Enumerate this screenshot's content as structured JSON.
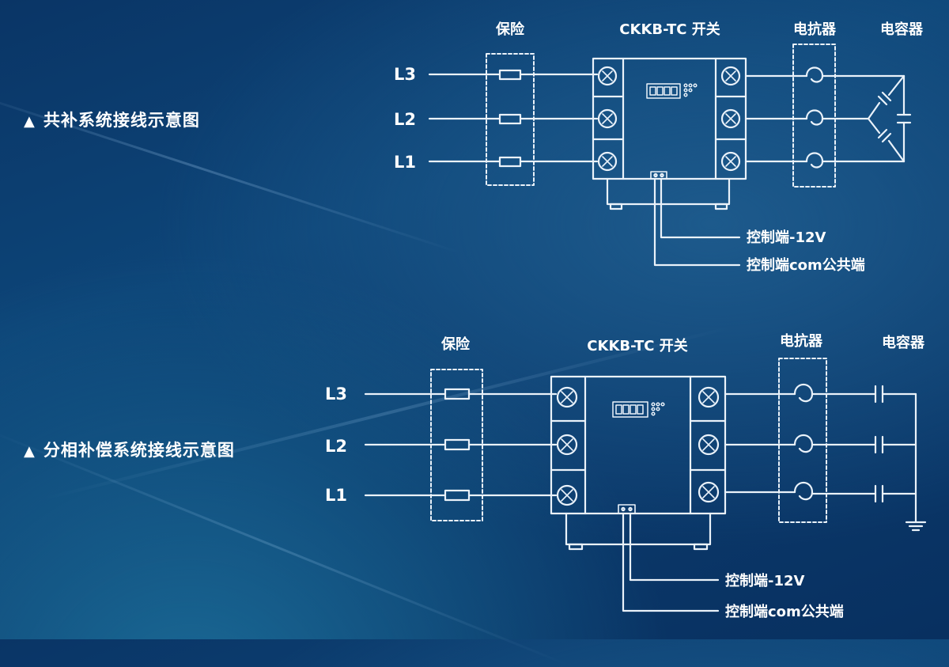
{
  "diagram1": {
    "title": "共补系统接线示意图",
    "fuse_label": "保险",
    "switch_label": "CKKB-TC 开关",
    "reactor_label": "电抗器",
    "capacitor_label": "电容器",
    "lines": [
      "L3",
      "L2",
      "L1"
    ],
    "control_12v": "控制端-12V",
    "control_com": "控制端com公共端"
  },
  "diagram2": {
    "title": "分相补偿系统接线示意图",
    "fuse_label": "保险",
    "switch_label": "CKKB-TC 开关",
    "reactor_label": "电抗器",
    "capacitor_label": "电容器",
    "lines": [
      "L3",
      "L2",
      "L1"
    ],
    "control_12v": "控制端-12V",
    "control_com": "控制端com公共端"
  }
}
